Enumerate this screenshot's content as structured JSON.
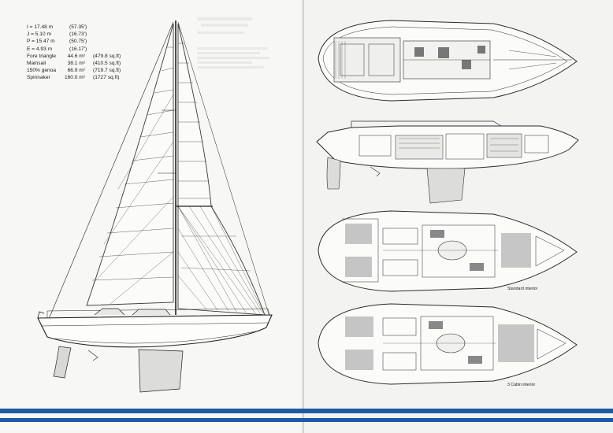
{
  "specs": {
    "rig": [
      {
        "label": "I = 17.48 m",
        "imperial": "(57.35')"
      },
      {
        "label": "J = 5.10 m",
        "imperial": "(16.73')"
      },
      {
        "label": "P = 15.47 m",
        "imperial": "(50.75')"
      },
      {
        "label": "E = 4.93 m",
        "imperial": "(16.17')"
      }
    ],
    "sail_areas": [
      {
        "label": "Fore triangle",
        "metric": "44.6 m²",
        "imperial": "(479.8 sq.ft)"
      },
      {
        "label": "Mainsail",
        "metric": "38.1 m²",
        "imperial": "(410.5 sq.ft)"
      },
      {
        "label": "150% genoa",
        "metric": "66.9 m²",
        "imperial": "(719.7 sq.ft)"
      },
      {
        "label": "Spinnaker",
        "metric": "160.0 m²",
        "imperial": "(1727 sq.ft)"
      }
    ]
  },
  "captions": {
    "standard_interior": "Standard interior",
    "three_cabin_interior": "3 Cabin interior"
  },
  "colors": {
    "stripe_blue": "#1d5aa5",
    "line": "#2a2a2a"
  }
}
